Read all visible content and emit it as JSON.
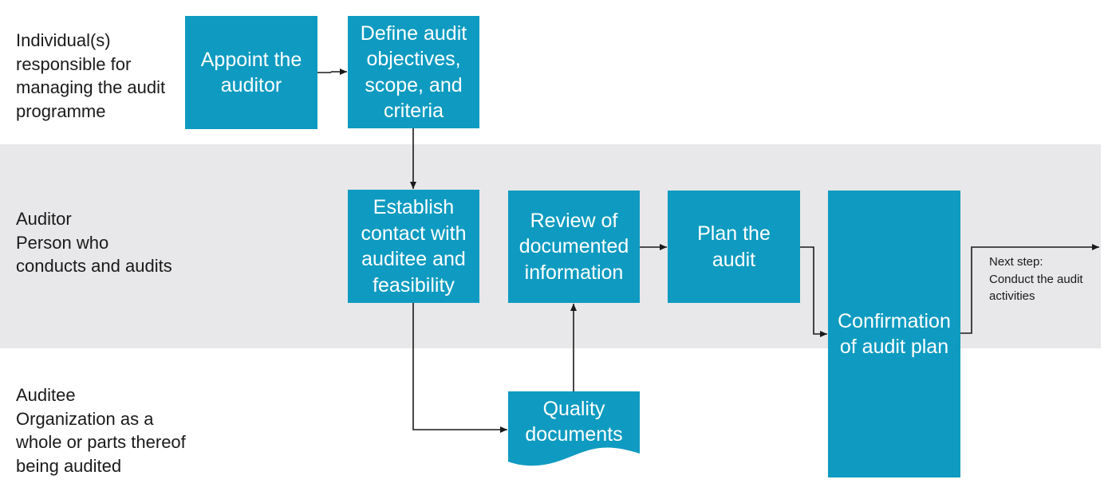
{
  "lanes": {
    "programme_manager": {
      "lines": [
        "Individual(s)",
        "responsible for",
        "managing the audit",
        "programme"
      ]
    },
    "auditor": {
      "lines": [
        "Auditor",
        "Person who",
        "conducts and audits"
      ]
    },
    "auditee": {
      "lines": [
        "Auditee",
        "Organization as a",
        "whole or parts thereof",
        "being audited"
      ]
    }
  },
  "steps": {
    "appoint_auditor": {
      "lines": [
        "Appoint the",
        "auditor"
      ]
    },
    "define_objectives": {
      "lines": [
        "Define audit",
        "objectives,",
        "scope, and",
        "criteria"
      ]
    },
    "establish_contact": {
      "lines": [
        "Establish",
        "contact with",
        "auditee and",
        "feasibility"
      ]
    },
    "review_documented_info": {
      "lines": [
        "Review of",
        "documented",
        "information"
      ]
    },
    "plan_audit": {
      "lines": [
        "Plan the",
        "audit"
      ]
    },
    "confirmation_plan": {
      "lines": [
        "Confirmation",
        "of audit plan"
      ]
    },
    "quality_documents": {
      "lines": [
        "Quality",
        "documents"
      ]
    }
  },
  "next_step": {
    "lines": [
      "Next step:",
      "Conduct the audit",
      "activities"
    ]
  },
  "colors": {
    "box_fill": "#0f9bc1",
    "band_fill": "#e8e7e9",
    "text_dark": "#1a1a1a",
    "arrow": "#1a1a1a"
  }
}
